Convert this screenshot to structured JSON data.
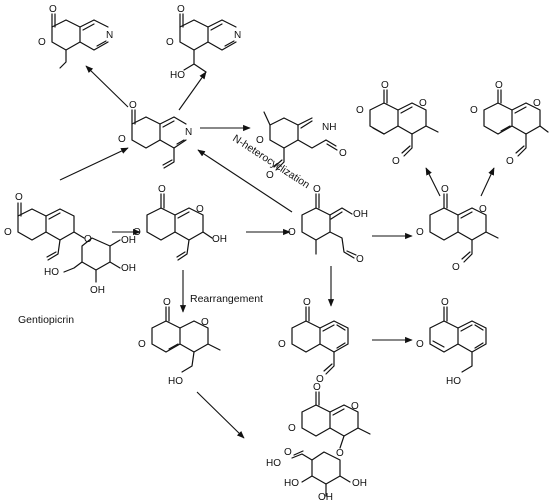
{
  "labels": {
    "gentiopicrin": "Gentiopicrin",
    "rearrangement": "Rearrangement",
    "n_heterocyclization": "N-heterocyclization"
  },
  "atoms": {
    "O": "O",
    "N": "N",
    "NH": "NH",
    "OH": "OH",
    "HO": "HO"
  }
}
